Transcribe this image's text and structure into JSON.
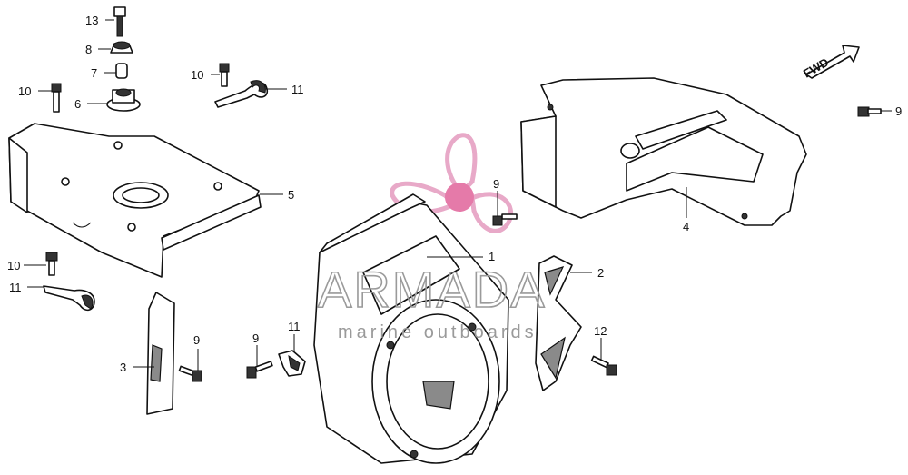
{
  "diagram": {
    "fwd_label": "FWD",
    "watermark": {
      "brand": "ARMADA",
      "tagline": "marine outboards",
      "logo_color": "#e8a9c8",
      "logo_hub_color": "#e57aa9"
    },
    "callouts": [
      {
        "id": "c13",
        "label": "13"
      },
      {
        "id": "c8",
        "label": "8"
      },
      {
        "id": "c7",
        "label": "7"
      },
      {
        "id": "c6",
        "label": "6"
      },
      {
        "id": "c10a",
        "label": "10"
      },
      {
        "id": "c10b",
        "label": "10"
      },
      {
        "id": "c11a",
        "label": "11"
      },
      {
        "id": "c5",
        "label": "5"
      },
      {
        "id": "c10c",
        "label": "10"
      },
      {
        "id": "c11b",
        "label": "11"
      },
      {
        "id": "c3",
        "label": "3"
      },
      {
        "id": "c9a",
        "label": "9"
      },
      {
        "id": "c9b",
        "label": "9"
      },
      {
        "id": "c11c",
        "label": "11"
      },
      {
        "id": "c9c",
        "label": "9"
      },
      {
        "id": "c1",
        "label": "1"
      },
      {
        "id": "c2",
        "label": "2"
      },
      {
        "id": "c12",
        "label": "12"
      },
      {
        "id": "c4",
        "label": "4"
      },
      {
        "id": "c9d",
        "label": "9"
      }
    ]
  }
}
